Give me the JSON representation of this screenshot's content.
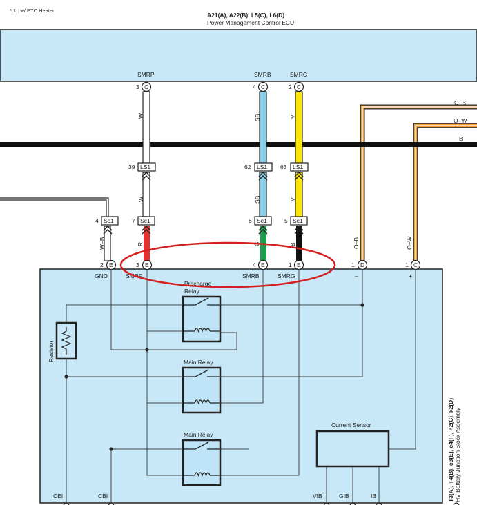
{
  "note": "* 1 : w/ PTC Heater",
  "ecu": {
    "codes": "A21(A), A22(B), L5(C), L6(D)",
    "name": "Power Management Control ECU"
  },
  "junction_block": {
    "codes": "T3(A), T4(B), c3(E), c4(F), h2(C), k2(D)",
    "name": "HV Battery Junction Block Assembly"
  },
  "colors": {
    "panel": "#c8e8f7",
    "white_wire": "#ffffff",
    "sky_blue_wire": "#87ceeb",
    "yellow_wire": "#ffe600",
    "orange_wire": "#f0a030",
    "red_wire": "#e53030",
    "green_wire": "#1a9c4a",
    "black_wire": "#111111",
    "highlight_ellipse": "#d42020"
  },
  "ecu_pins": [
    {
      "pin": "3",
      "letter": "C",
      "signal": "SMRP"
    },
    {
      "pin": "4",
      "letter": "C",
      "signal": "SMRB"
    },
    {
      "pin": "2",
      "letter": "C",
      "signal": "SMRG"
    }
  ],
  "upper_wire_colors": [
    "W",
    "SB",
    "Y"
  ],
  "lower_wire_colors": [
    "W",
    "SB",
    "Y"
  ],
  "ls1_connectors": [
    {
      "pin": "39",
      "name": "LS1"
    },
    {
      "pin": "62",
      "name": "LS1"
    },
    {
      "pin": "63",
      "name": "LS1"
    }
  ],
  "sc1_connectors": [
    {
      "pin": "4",
      "name": "Sc1"
    },
    {
      "pin": "7",
      "name": "Sc1"
    },
    {
      "pin": "6",
      "name": "Sc1"
    },
    {
      "pin": "5",
      "name": "Sc1"
    }
  ],
  "bottom_wire_colors": [
    "W–B",
    "R",
    "G",
    "B"
  ],
  "right_wires": [
    {
      "label": "O–B"
    },
    {
      "label": "O–W"
    },
    {
      "label": "B"
    }
  ],
  "right_wire_colors": [
    "O–B",
    "O–W"
  ],
  "junction_pins": [
    {
      "pin": "2",
      "letter": "E",
      "signal": "GND"
    },
    {
      "pin": "3",
      "letter": "E",
      "signal": "SMRP"
    },
    {
      "pin": "4",
      "letter": "E",
      "signal": "SMRB"
    },
    {
      "pin": "1",
      "letter": "E",
      "signal": "SMRG"
    },
    {
      "pin": "1",
      "letter": "D",
      "signal": "–"
    },
    {
      "pin": "1",
      "letter": "C",
      "signal": "+"
    }
  ],
  "components": {
    "resistor": "Resistor",
    "precharge_relay": [
      "Precharge",
      "Relay"
    ],
    "main_relay_1": "Main Relay",
    "main_relay_2": "Main Relay",
    "current_sensor": "Current Sensor"
  },
  "bottom_terminals": [
    "CEI",
    "CBI",
    "VIB",
    "GIB",
    "IB"
  ]
}
